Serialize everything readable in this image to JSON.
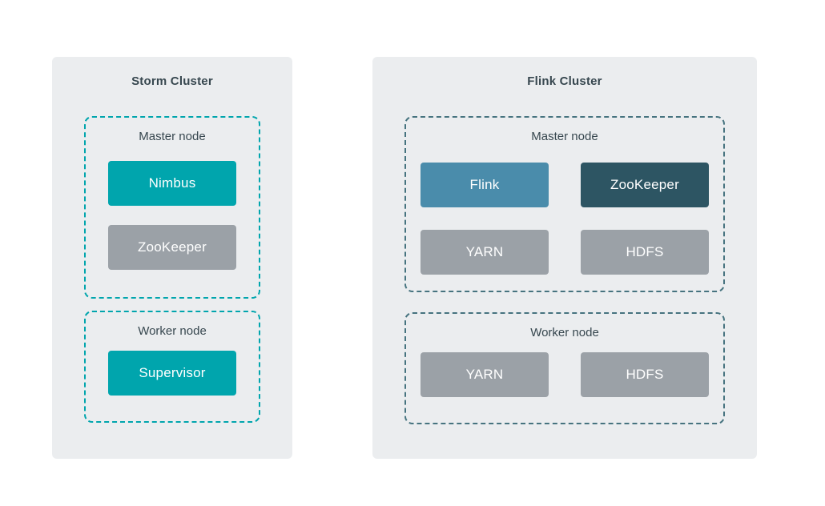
{
  "colors": {
    "panel_bg": "#ebedef",
    "title_text": "#37474f",
    "teal": "#00a5ad",
    "steel_blue": "#4a8cab",
    "dark_slate": "#2d5563",
    "gray": "#9ba1a7",
    "storm_border": "#00a5ad",
    "flink_border": "#46737f"
  },
  "clusters": [
    {
      "title": "Storm Cluster",
      "sections": [
        {
          "label": "Master node",
          "nodes": [
            {
              "label": "Nimbus"
            },
            {
              "label": "ZooKeeper"
            }
          ]
        },
        {
          "label": "Worker node",
          "nodes": [
            {
              "label": "Supervisor"
            }
          ]
        }
      ]
    },
    {
      "title": "Flink Cluster",
      "sections": [
        {
          "label": "Master node",
          "nodes": [
            {
              "label": "Flink"
            },
            {
              "label": "ZooKeeper"
            },
            {
              "label": "YARN"
            },
            {
              "label": "HDFS"
            }
          ]
        },
        {
          "label": "Worker node",
          "nodes": [
            {
              "label": "YARN"
            },
            {
              "label": "HDFS"
            }
          ]
        }
      ]
    }
  ]
}
